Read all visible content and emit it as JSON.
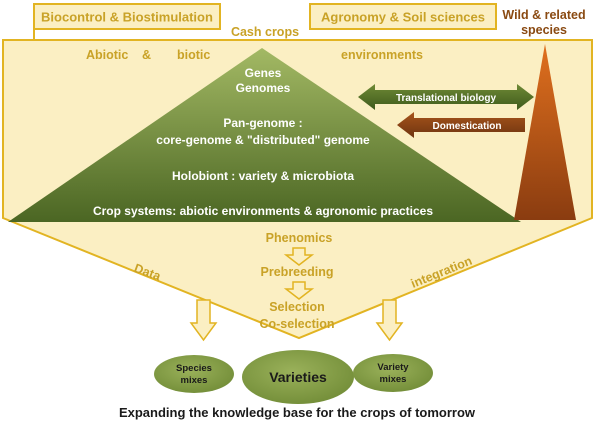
{
  "top_boxes": {
    "left": "Biocontrol & Biostimulation",
    "right": "Agronomy & Soil sciences"
  },
  "cash_crops": "Cash crops",
  "wild_species": {
    "line1": "Wild & related",
    "line2": "species"
  },
  "environments": {
    "abiotic": "Abiotic",
    "amp": "&",
    "biotic": "biotic",
    "environments": "environments"
  },
  "pyramid": {
    "genes": "Genes",
    "genomes": "Genomes",
    "pan_genome_1": "Pan-genome :",
    "pan_genome_2": "core-genome & \"distributed\" genome",
    "holobiont": "Holobiont : variety & microbiota",
    "crop_systems": "Crop systems: abiotic environments & agronomic practices"
  },
  "arrows": {
    "translational": "Translational biology",
    "domestication": "Domestication"
  },
  "flow": {
    "phenomics": "Phenomics",
    "prebreeding": "Prebreeding",
    "selection": "Selection",
    "coselection": "Co-selection",
    "data": "Data",
    "integration": "integration"
  },
  "outputs": {
    "species_mixes_1": "Species",
    "species_mixes_2": "mixes",
    "varieties": "Varieties",
    "variety_mixes_1": "Variety",
    "variety_mixes_2": "mixes"
  },
  "caption": "Expanding the knowledge base for the crops of tomorrow",
  "colors": {
    "gold": "#c9a227",
    "cream": "#fbefc3",
    "olive_light": "#9ab15a",
    "olive_dark": "#4e6a25",
    "brown": "#8a4a12",
    "orange": "#d9641f"
  }
}
